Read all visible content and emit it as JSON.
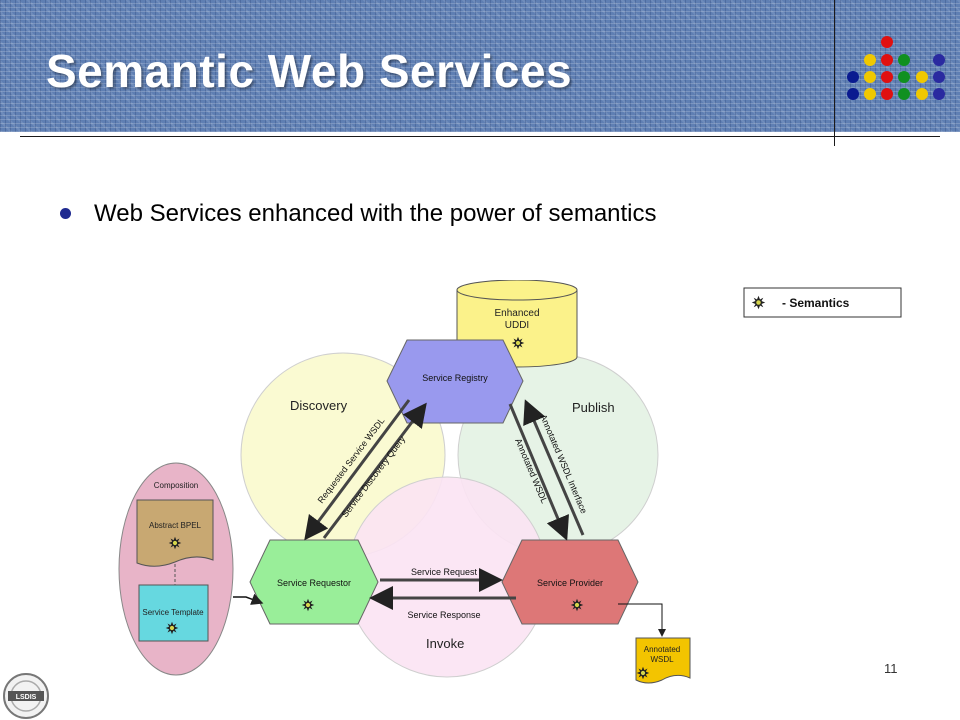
{
  "slide": {
    "title": "Semantic Web Services",
    "bullet": "Web Services enhanced with the power of semantics",
    "page_number": "11"
  },
  "diagram": {
    "legend": "- Semantics",
    "circles": {
      "discovery": "Discovery",
      "publish": "Publish",
      "invoke": "Invoke"
    },
    "udddi": {
      "line1": "Enhanced",
      "line2": "UDDI"
    },
    "nodes": {
      "registry": "Service Registry",
      "requestor": "Service Requestor",
      "provider": "Service Provider"
    },
    "arrows": {
      "requested_wsdl": "Requested Service WSDL",
      "discovery_query": "Service Discovery Query",
      "annotated_wsdl_interface": "Annotated WSDL Interface",
      "annotated_wsdl": "Annotated WSDL",
      "service_request": "Service Request",
      "service_response": "Service Response"
    },
    "composition": {
      "title": "Composition",
      "abstract_bpel": "Abstract BPEL",
      "service_template": "Service Template"
    },
    "annotated_doc": {
      "line1": "Annotated",
      "line2": "WSDL"
    }
  },
  "logo": {
    "text": "LSDIS"
  },
  "colors": {
    "banner": "#5f7fb3",
    "registry": "#9999ee",
    "requestor": "#99ee99",
    "provider": "#dd7777",
    "discovery_circle": "#fafad2",
    "publish_circle": "#e6f3e6",
    "invoke_circle": "#fbe3f3",
    "uddi": "#fbf28a"
  }
}
